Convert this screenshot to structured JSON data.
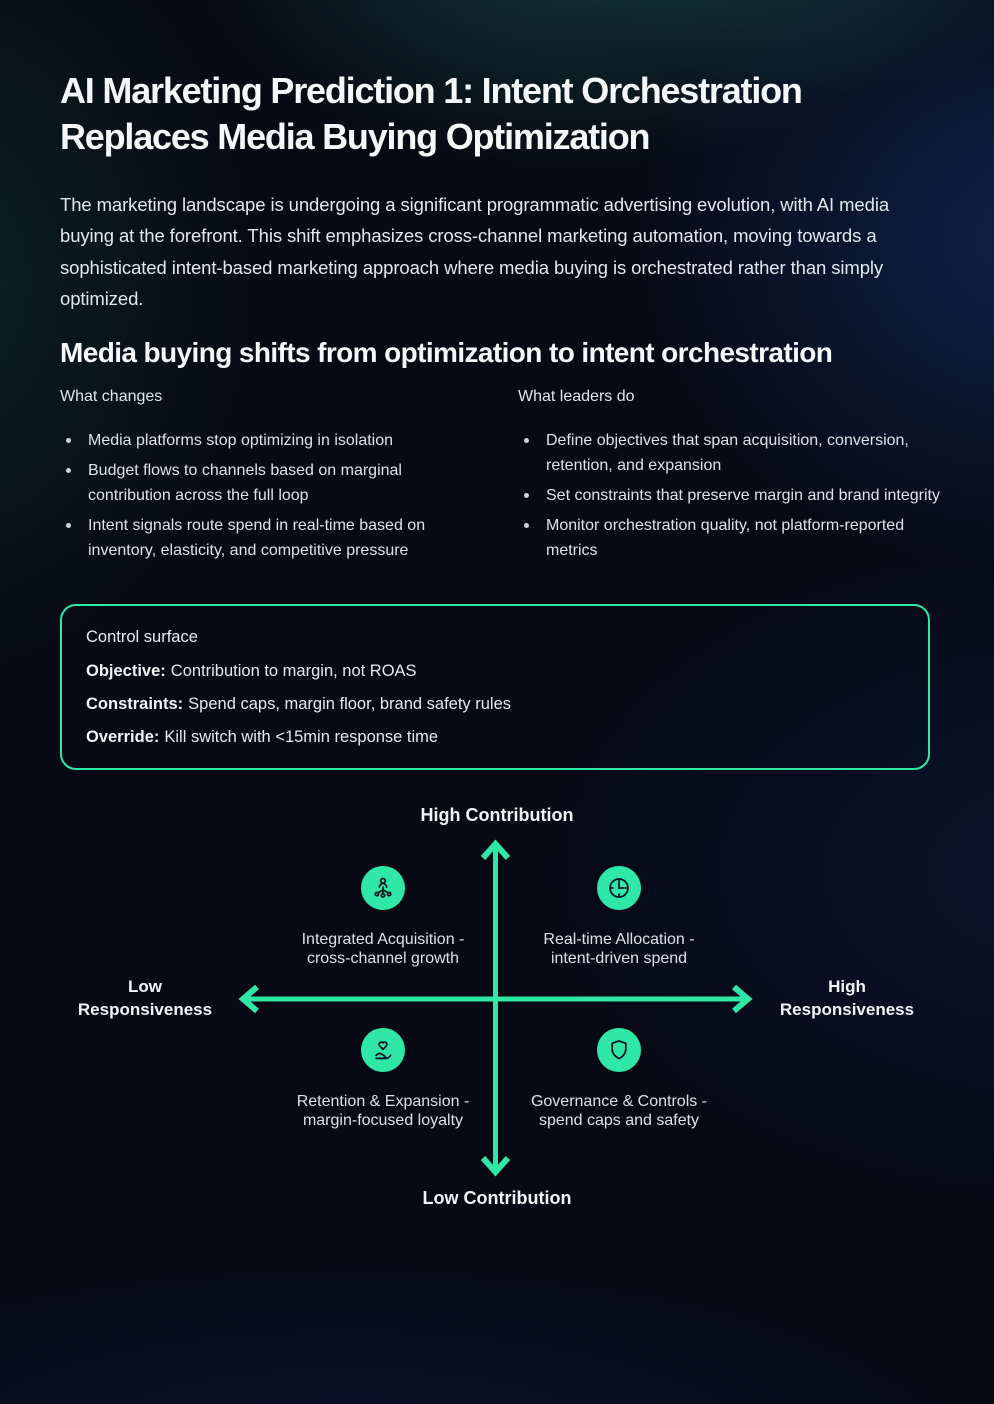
{
  "colors": {
    "accent": "#2fe7a6",
    "background": "#070a15",
    "text": "#eef2f6"
  },
  "page": {
    "title": "AI Marketing Prediction 1: Intent Orchestration\nReplaces Media Buying Optimization",
    "intro": "The marketing landscape is undergoing a significant programmatic advertising evolution, with AI media buying at the forefront. This shift emphasizes cross-channel marketing automation, moving towards a sophisticated intent-based marketing approach where media buying is orchestrated rather than simply optimized.",
    "section_heading": "Media buying shifts from optimization to intent orchestration"
  },
  "columns": [
    {
      "label": "What changes",
      "items": [
        "Media platforms stop optimizing in isolation",
        "Budget flows to channels based on marginal contribution across the full loop",
        "Intent signals route spend in real-time based on inventory, elasticity, and competitive pressure"
      ]
    },
    {
      "label": "What leaders do",
      "items": [
        "Define objectives that span acquisition, conversion, retention, and expansion",
        "Set constraints that preserve margin and brand integrity",
        "Monitor orchestration quality, not platform-reported metrics"
      ]
    }
  ],
  "control_surface": {
    "title": "Control surface",
    "rows": [
      {
        "label": "Objective:",
        "value": "Contribution to margin, not ROAS"
      },
      {
        "label": "Constraints:",
        "value": "Spend caps, margin floor, brand safety rules"
      },
      {
        "label": "Override:",
        "value": "Kill switch with <15min response time"
      }
    ]
  },
  "quadrant": {
    "axis_top": "High Contribution",
    "axis_bottom": "Low Contribution",
    "axis_left": "Low\nResponsiveness",
    "axis_right": "High\nResponsiveness",
    "items": [
      {
        "icon": "network-person-icon",
        "label": "Integrated Acquisition -\ncross-channel growth"
      },
      {
        "icon": "clock-icon",
        "label": "Real-time Allocation -\nintent-driven spend"
      },
      {
        "icon": "heart-hand-icon",
        "label": "Retention & Expansion -\nmargin-focused loyalty"
      },
      {
        "icon": "shield-icon",
        "label": "Governance & Controls -\nspend caps and safety"
      }
    ]
  }
}
